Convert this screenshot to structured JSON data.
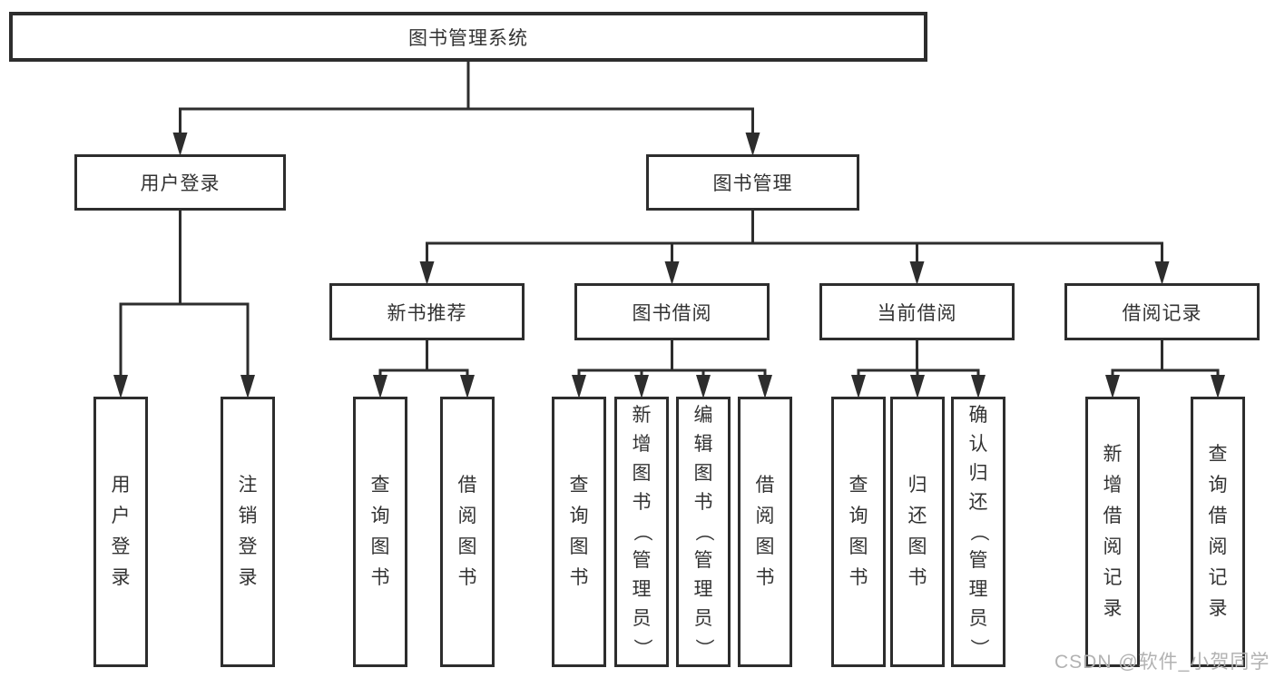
{
  "diagram": {
    "watermark": "CSDN @软件_小贺同学",
    "colors": {
      "line": "#2d2d2d",
      "box_border": "#2d2d2d",
      "text": "#333333",
      "watermark": "#b2b2b2",
      "background": "#ffffff"
    },
    "tree": {
      "id": "root",
      "label": "图书管理系统",
      "children": [
        {
          "id": "user-login",
          "label": "用户登录",
          "children": [
            {
              "id": "leaf-user-login",
              "label": "用户登录"
            },
            {
              "id": "leaf-logout",
              "label": "注销登录"
            }
          ]
        },
        {
          "id": "book-mgmt",
          "label": "图书管理",
          "children": [
            {
              "id": "new-book-rec",
              "label": "新书推荐",
              "children": [
                {
                  "id": "leaf-nbr-query",
                  "label": "查询图书"
                },
                {
                  "id": "leaf-nbr-borrow",
                  "label": "借阅图书"
                }
              ]
            },
            {
              "id": "book-borrow",
              "label": "图书借阅",
              "children": [
                {
                  "id": "leaf-bb-query",
                  "label": "查询图书"
                },
                {
                  "id": "leaf-bb-add",
                  "label": "新增图书（管理员）"
                },
                {
                  "id": "leaf-bb-edit",
                  "label": "编辑图书（管理员）"
                },
                {
                  "id": "leaf-bb-borrow",
                  "label": "借阅图书"
                }
              ]
            },
            {
              "id": "current-borrow",
              "label": "当前借阅",
              "children": [
                {
                  "id": "leaf-cb-query",
                  "label": "查询图书"
                },
                {
                  "id": "leaf-cb-return",
                  "label": "归还图书"
                },
                {
                  "id": "leaf-cb-confirm",
                  "label": "确认归还（管理员）"
                }
              ]
            },
            {
              "id": "borrow-records",
              "label": "借阅记录",
              "children": [
                {
                  "id": "leaf-br-add",
                  "label": "新增借阅记录"
                },
                {
                  "id": "leaf-br-query",
                  "label": "查询借阅记录"
                }
              ]
            }
          ]
        }
      ]
    }
  }
}
